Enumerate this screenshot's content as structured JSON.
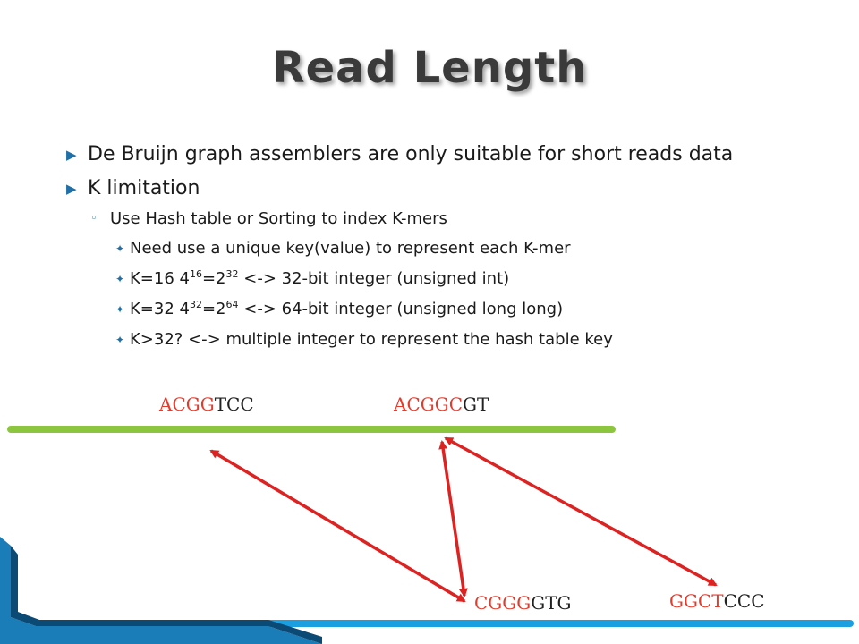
{
  "slide": {
    "title": "Read Length",
    "bullets": [
      {
        "text": "De Bruijn graph assemblers are only suitable for short reads data"
      },
      {
        "text": "K limitation"
      }
    ],
    "sub_bullet": "Use Hash table or Sorting to index K-mers",
    "sub_sub_bullets": {
      "need": "Need use a unique key(value) to represent each K-mer",
      "k16": {
        "prefix": "K=16  4",
        "exp1": "16",
        "mid": "=2",
        "exp2": "32",
        "rest": " <-> 32-bit integer (unsigned int)"
      },
      "k32": {
        "prefix": "K=32  4",
        "exp1": "32",
        "mid": "=2",
        "exp2": "64",
        "rest": " <-> 64-bit integer (unsigned long long)"
      },
      "kgt": "K>32? <-> multiple integer to represent the hash table key"
    }
  },
  "diagram": {
    "top_read_color": "#8cc63f",
    "bottom_read_color": "#1aa0e0",
    "arrow_color": "#dd2222",
    "kmers": {
      "acggtcc": {
        "red": "ACGG",
        "black": "TCC"
      },
      "acggcgt": {
        "red": "ACGGC",
        "black": "GT"
      },
      "cggggtg": {
        "red": "CGGG",
        "black": "GTG"
      },
      "ggctccc": {
        "red": "GGCT",
        "black": "CCC"
      }
    }
  },
  "colors": {
    "bullet_accent": "#1f6fa8",
    "title": "#3a3a3a"
  }
}
